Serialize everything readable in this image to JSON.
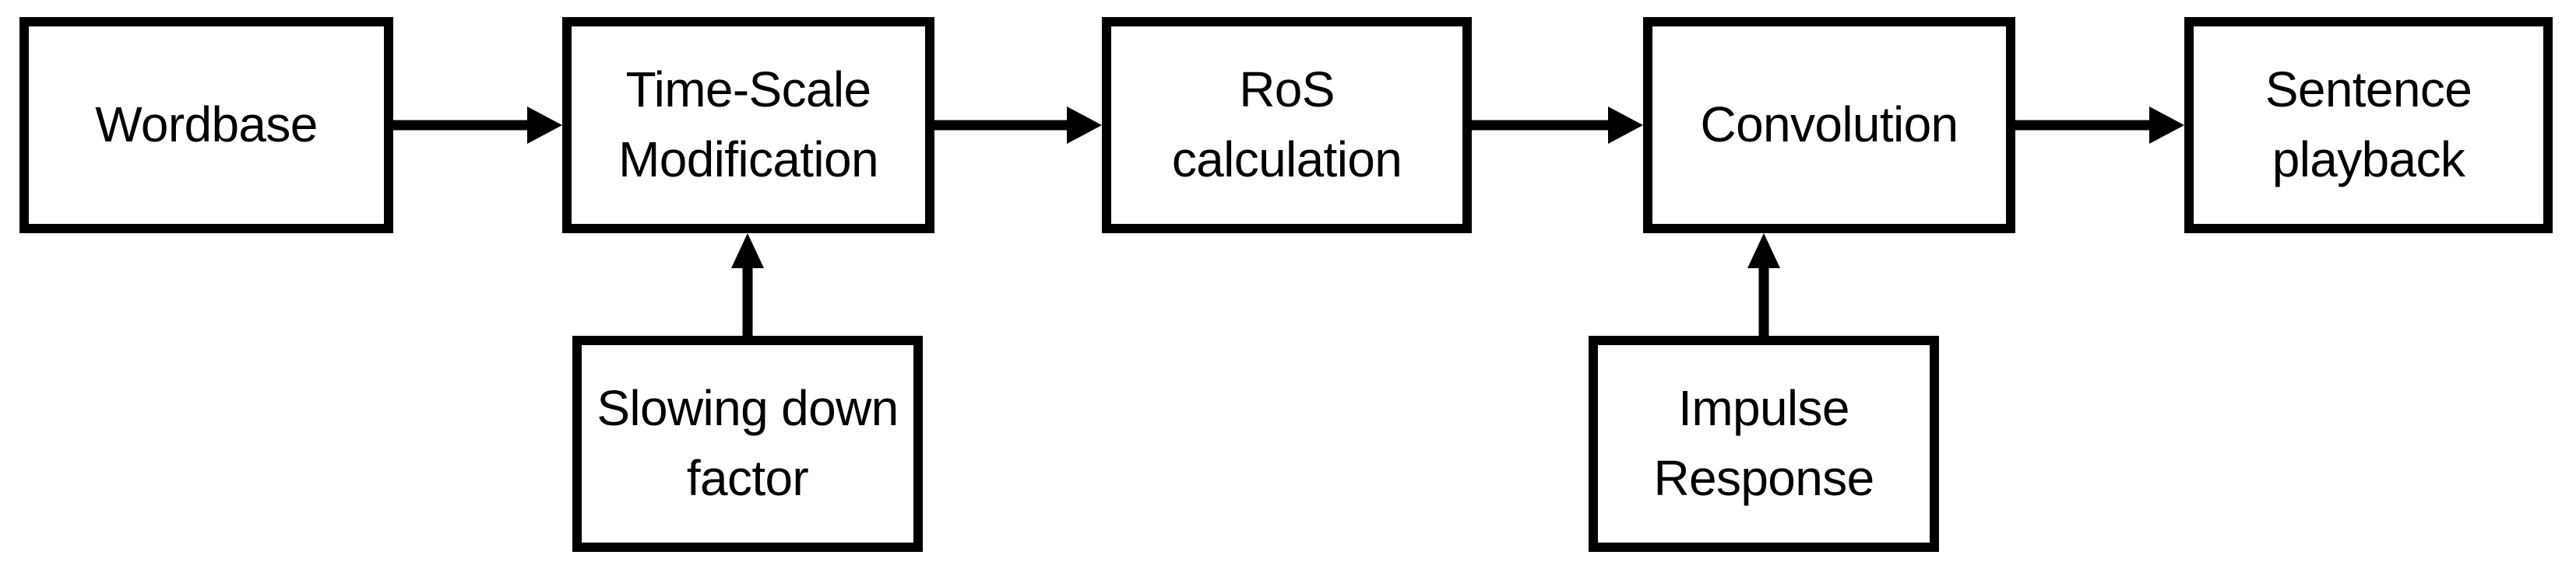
{
  "diagram": {
    "type": "flowchart",
    "colors": {
      "background": "#ffffff",
      "line": "#000000",
      "text": "#000000"
    },
    "nodes": [
      {
        "id": "wordbase",
        "label": "Wordbase"
      },
      {
        "id": "time-scale-modification",
        "label": "Time-Scale\nModification"
      },
      {
        "id": "ros-calculation",
        "label": "RoS\ncalculation"
      },
      {
        "id": "convolution",
        "label": "Convolution"
      },
      {
        "id": "sentence-playback",
        "label": "Sentence\nplayback"
      },
      {
        "id": "slowing-down-factor",
        "label": "Slowing down\nfactor"
      },
      {
        "id": "impulse-response",
        "label": "Impulse\nResponse"
      }
    ],
    "edges": [
      {
        "from": "wordbase",
        "to": "time-scale-modification",
        "direction": "right"
      },
      {
        "from": "time-scale-modification",
        "to": "ros-calculation",
        "direction": "right"
      },
      {
        "from": "ros-calculation",
        "to": "convolution",
        "direction": "right"
      },
      {
        "from": "convolution",
        "to": "sentence-playback",
        "direction": "right"
      },
      {
        "from": "slowing-down-factor",
        "to": "time-scale-modification",
        "direction": "up"
      },
      {
        "from": "impulse-response",
        "to": "convolution",
        "direction": "up"
      }
    ]
  }
}
